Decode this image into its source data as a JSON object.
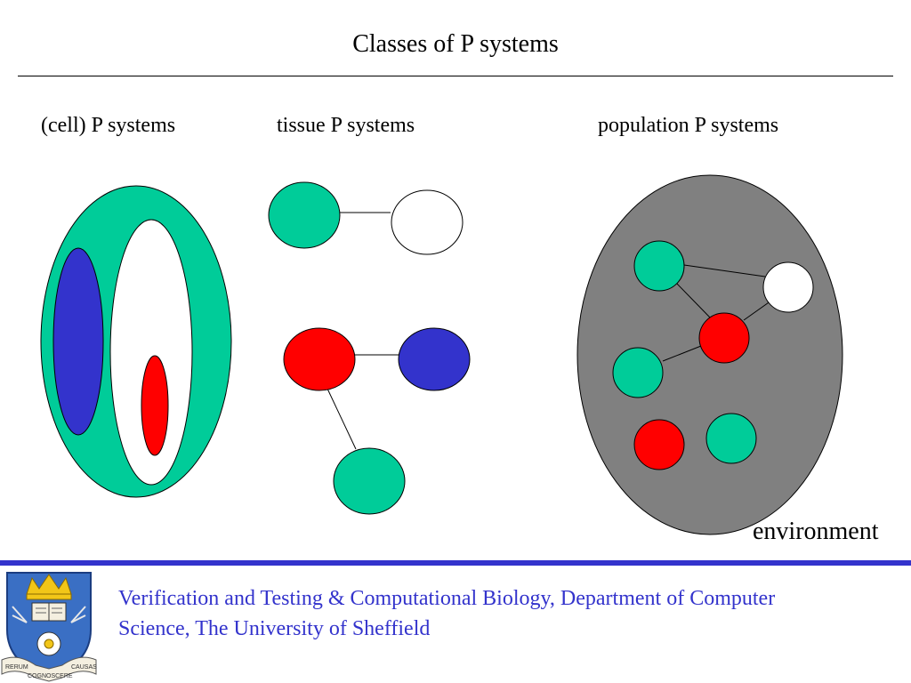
{
  "slide": {
    "title": "Classes of P systems"
  },
  "columns": {
    "cell": "(cell) P systems",
    "tissue": "tissue P systems",
    "population": "population P systems"
  },
  "environment_label": "environment",
  "footer": {
    "text": "Verification and Testing & Computational Biology, Department of Computer Science, The University of Sheffield"
  },
  "crest": {
    "motto_left": "RERUM",
    "motto_center": "COGNOSCERE",
    "motto_right": "CAUSAS",
    "icon": "university-crest"
  },
  "colors": {
    "teal": "#00cc99",
    "blue": "#3333cc",
    "red": "#ff0000",
    "white": "#ffffff",
    "environment_gray": "#808080",
    "footer_blue": "#3333cc"
  }
}
